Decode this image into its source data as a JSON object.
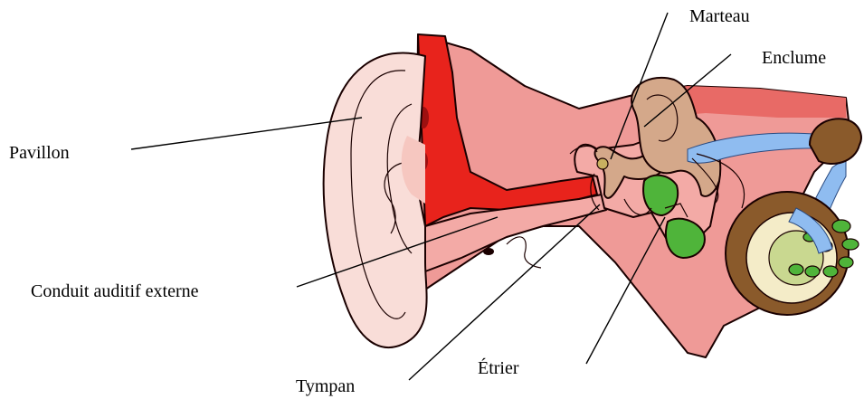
{
  "labels": {
    "marteau": "Marteau",
    "enclume": "Enclume",
    "pavillon": "Pavillon",
    "conduit": "Conduit auditif externe",
    "tympan": "Tympan",
    "etrier": "Étrier"
  },
  "colors": {
    "skin": "#f6c7c0",
    "pinna": "#f9ddd8",
    "flesh": "#ef9a97",
    "blood": "#e8231c",
    "dark_red": "#9e1010",
    "ossicle": "#d4a88a",
    "green": "#4fb43a",
    "nerve": "#8fbcf0",
    "cochlea_brown": "#8a5a2b",
    "cochlea_inner": "#f4ecc8"
  }
}
